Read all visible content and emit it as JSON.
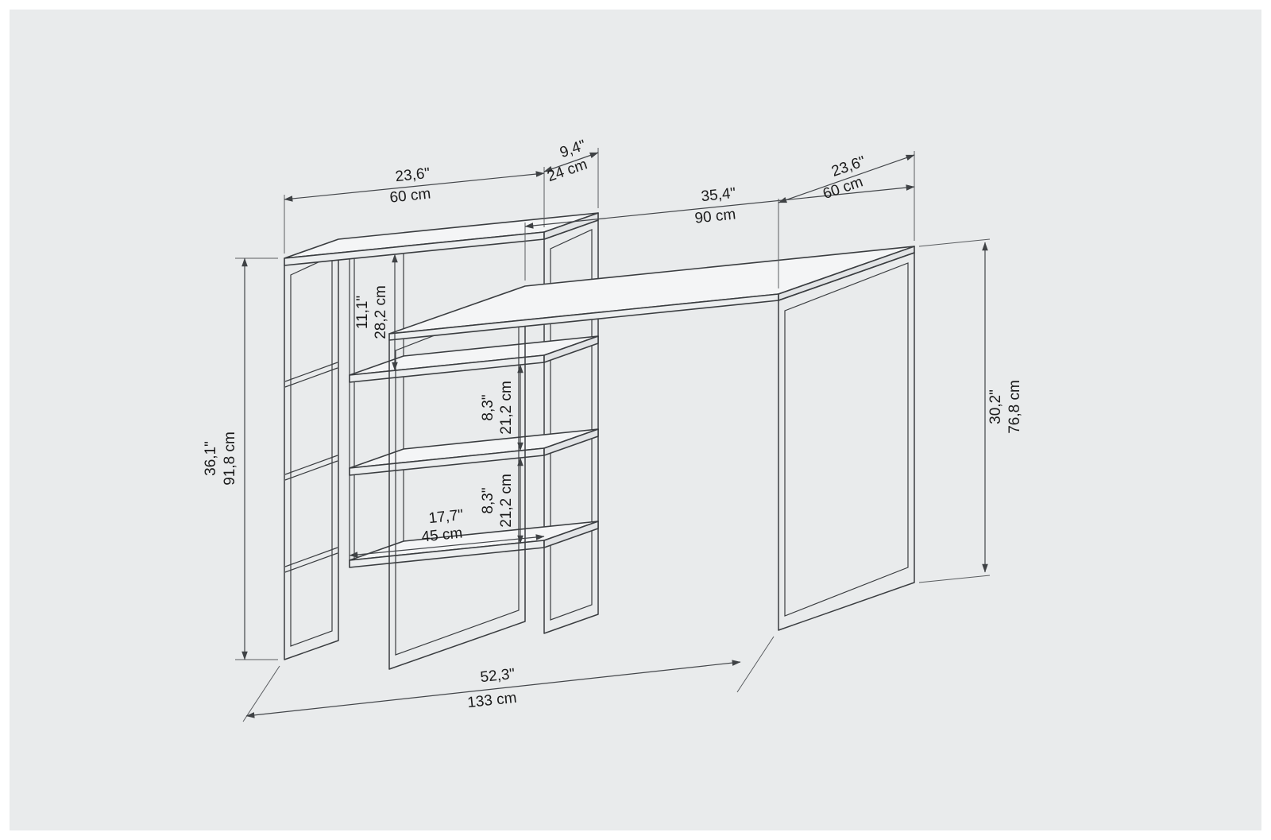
{
  "canvas": {
    "background": "#e9ebec",
    "frame": "#ffffff",
    "line_color": "#3a3d40",
    "dimension_line_color": "#43464a",
    "text_color": "#1b1b1b"
  },
  "dimensions": {
    "top_shelf_width": {
      "inches": "23,6\"",
      "cm": "60 cm"
    },
    "top_shelf_depth": {
      "inches": "9,4\"",
      "cm": "24 cm"
    },
    "desk_width": {
      "inches": "35,4\"",
      "cm": "90 cm"
    },
    "desk_depth": {
      "inches": "23,6\"",
      "cm": "60 cm"
    },
    "slab_to_shelf_gap": {
      "inches": "11,1\"",
      "cm": "28,2 cm"
    },
    "shelf_gap_1": {
      "inches": "8,3\"",
      "cm": "21,2 cm"
    },
    "shelf_gap_2": {
      "inches": "8,3\"",
      "cm": "21,2 cm"
    },
    "shelf_width": {
      "inches": "17,7\"",
      "cm": "45 cm"
    },
    "bookcase_height": {
      "inches": "36,1\"",
      "cm": "91,8 cm"
    },
    "desk_height": {
      "inches": "30,2\"",
      "cm": "76,8 cm"
    },
    "total_width": {
      "inches": "52,3\"",
      "cm": "133 cm"
    }
  }
}
